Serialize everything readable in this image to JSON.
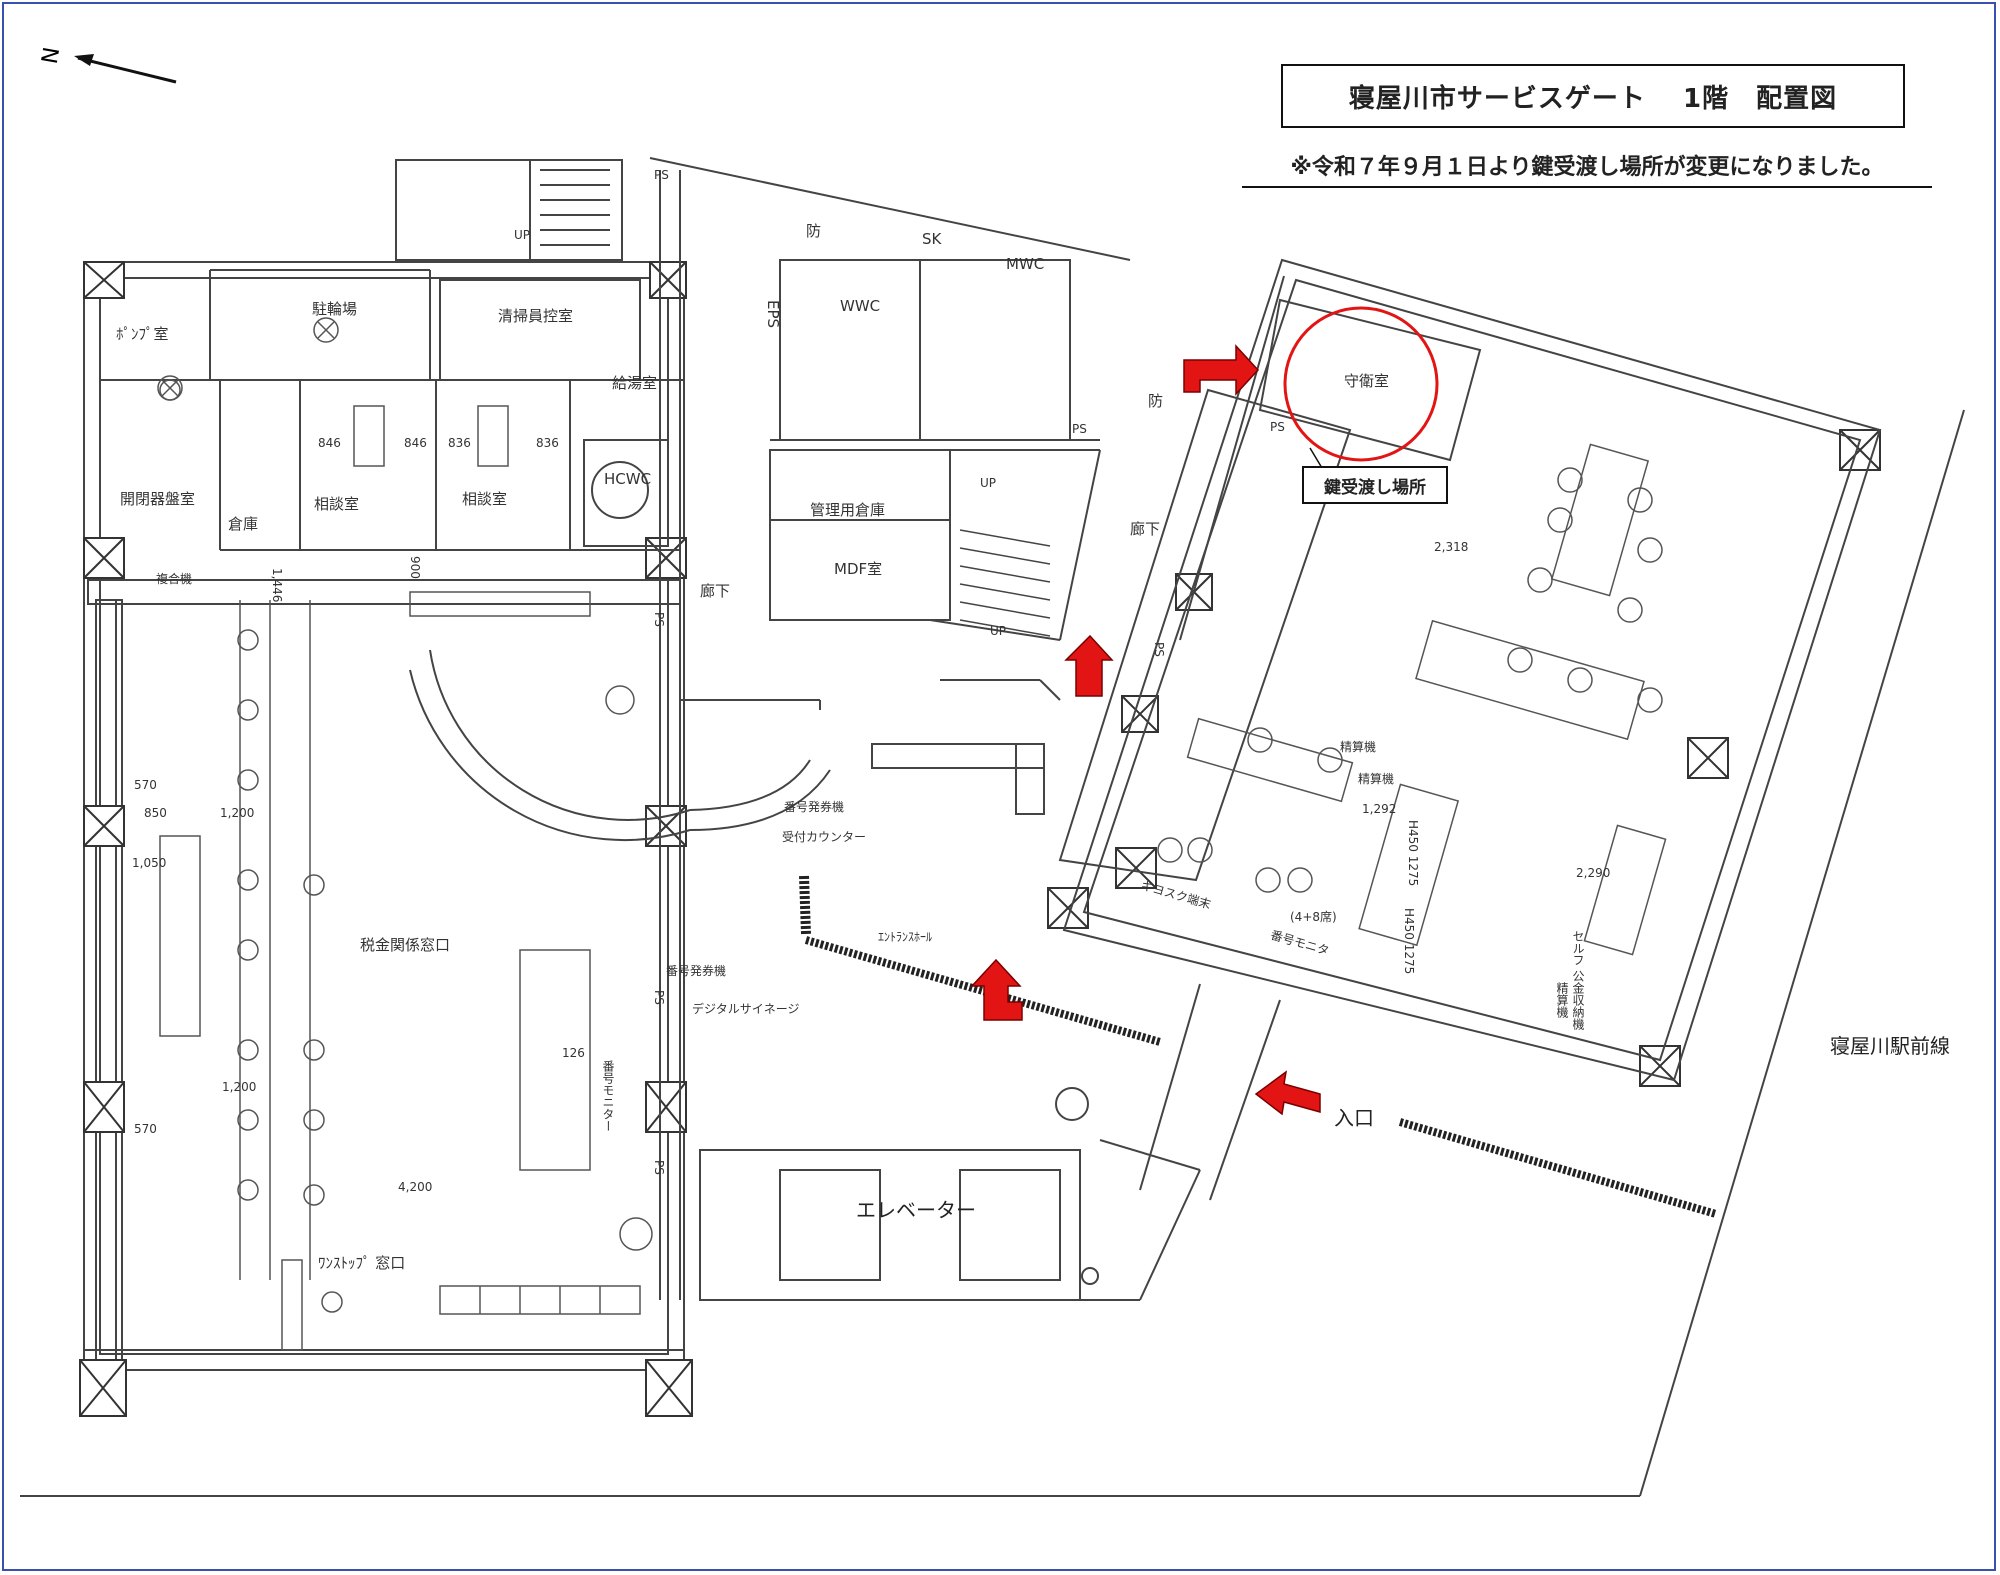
{
  "title": "寝屋川市サービスゲート　 1階　配置図",
  "notice": "※令和７年９月１日より鍵受渡し場所が変更になりました。",
  "north_marker": "N",
  "key_handover_label": "鍵受渡し場所",
  "entrance_label": "入口",
  "road_label": "寝屋川駅前線",
  "colors": {
    "border": "#3a4fb0",
    "arrow": "#e31414",
    "highlight_circle": "#e31414",
    "line": "#444444"
  },
  "rooms": {
    "pump": "ﾎﾟﾝﾌﾟ室",
    "bicycle": "駐輪場",
    "cleaning": "清掃員控室",
    "kyuto": "給湯室",
    "switchgear": "開閉器盤室",
    "storage": "倉庫",
    "consult1": "相談室",
    "consult2": "相談室",
    "hcwc": "HCWC",
    "wwc": "WWC",
    "mwc": "MWC",
    "sk": "SK",
    "eps": "EPS",
    "mgmt_storage": "管理用倉庫",
    "mdf": "MDF室",
    "corridor1": "廊下",
    "corridor2": "廊下",
    "guard": "守衛室",
    "tax_window": "税金関係窓口",
    "onestop": "ﾜﾝｽﾄｯﾌﾟ 窓口",
    "entrance_hall": "ｴﾝﾄﾗﾝｽﾎｰﾙ",
    "reception": "受付カウンター",
    "elevator": "エレベーター"
  },
  "fixtures": {
    "number_ticket1": "番号発券機",
    "number_ticket2": "番号発券機",
    "digital_signage": "デジタルサイネージ",
    "number_monitor1": "番号モニター",
    "number_monitor2": "番号モニタ",
    "kiosk": "キヨスク端末",
    "seats": "(4+8席)",
    "settlement1": "精算機",
    "settlement2": "精算機",
    "settlement3": "精算機",
    "self_pay": "セルフ 公金収納機",
    "h450_1": "H450 1275",
    "h450_2": "H450 1275",
    "composite": "複合機",
    "fusegi1": "防",
    "fusegi2": "防",
    "up1": "UP",
    "up2": "UP",
    "up3": "UP",
    "ps1": "PS",
    "ps2": "PS",
    "ps3": "PS",
    "ps4": "PS",
    "ps5": "PS",
    "ps6": "PS",
    "ps7": "PS"
  },
  "dimensions": {
    "d1200a": "1,200",
    "d1200b": "1,200",
    "d1050": "1,050",
    "d570a": "570",
    "d570b": "570",
    "d850": "850",
    "d4200": "4,200",
    "d2318": "2,318",
    "d1292": "1,292",
    "d2290": "2,290",
    "d1446": "1,446",
    "d900": "900",
    "d846a": "846",
    "d846b": "846",
    "d836a": "836",
    "d836b": "836",
    "d126": "126"
  }
}
